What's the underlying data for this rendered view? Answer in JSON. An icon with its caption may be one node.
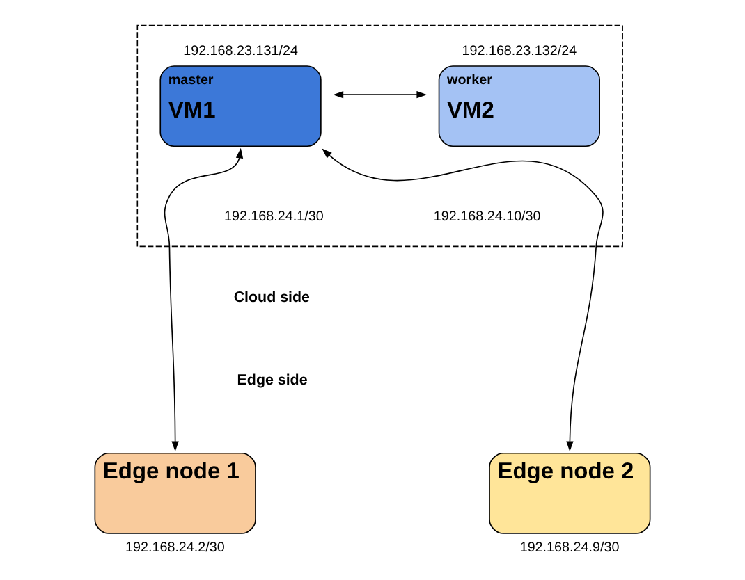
{
  "diagram": {
    "nodes": [
      {
        "text": [],
        "shape": "box"
      },
      {
        "text": [
          "master",
          "VM1"
        ],
        "beside": [
          "192.168.23.131/24"
        ],
        "in": 0
      },
      {
        "text": [
          "worker",
          "VM2"
        ],
        "beside": [
          "192.168.23.132/24"
        ],
        "in": 0
      },
      {
        "text": [
          "Edge node 1"
        ],
        "beside": [
          "192.168.24.2/30"
        ]
      },
      {
        "text": [
          "Edge node 2"
        ],
        "beside": [
          "192.168.24.9/30"
        ]
      }
    ],
    "edges": [
      {
        "from": 1,
        "to": 2,
        "arrow": "both"
      },
      {
        "from": 1,
        "to": 3,
        "arrow": "both"
      },
      {
        "from": 1,
        "to": 4,
        "arrow": "both"
      }
    ],
    "labels": [
      "192.168.24.1/30",
      "192.168.24.10/30",
      "Cloud side",
      "Edge side"
    ]
  }
}
